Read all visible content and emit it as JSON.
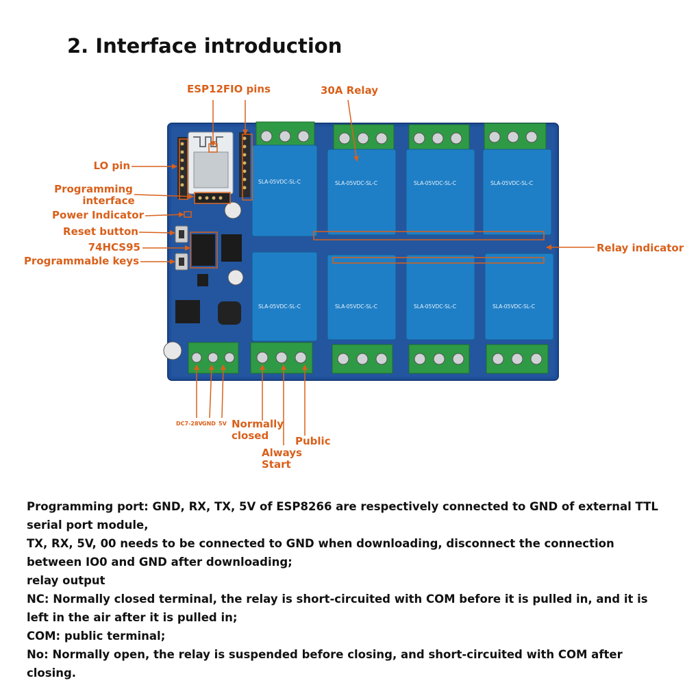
{
  "title": "2. Interface introduction",
  "callouts": {
    "esp12f": "ESP12F",
    "io_pins": "IO pins",
    "relay_30a": "30A Relay",
    "lo_pin": "LO pin",
    "programming_interface_line1": "Programming",
    "programming_interface_line2": "interface",
    "power_indicator": "Power Indicator",
    "reset_button": "Reset button",
    "ic_74hcs95": "74HCS95",
    "programmable_keys": "Programmable keys",
    "relay_indicator": "Relay indicator",
    "power_dc": "DC7-28V",
    "power_gnd": "GND",
    "power_5v": "5V",
    "normally_closed_line1": "Normally",
    "normally_closed_line2": "closed",
    "always_start_line1": "Always",
    "always_start_line2": "Start",
    "public": "Public"
  },
  "relay_model": "SLA-05VDC-SL-C",
  "colors": {
    "accent": "#d9601b",
    "board": "#1f4f9a",
    "relay": "#1f7fc6",
    "terminal": "#2f9a45"
  },
  "notes": [
    "Programming port: GND, RX, TX, 5V of ESP8266 are respectively connected to GND of external TTL serial port module,",
    "TX, RX, 5V, 00 needs to be connected to GND when downloading, disconnect the connection between IO0 and GND after downloading;",
    "relay output",
    "NC: Normally closed terminal, the relay is short-circuited with COM before it is pulled in, and it is left in the air after it is pulled in;",
    "COM: public terminal;",
    "No: Normally open, the relay is suspended before closing, and short-circuited with COM after closing."
  ]
}
